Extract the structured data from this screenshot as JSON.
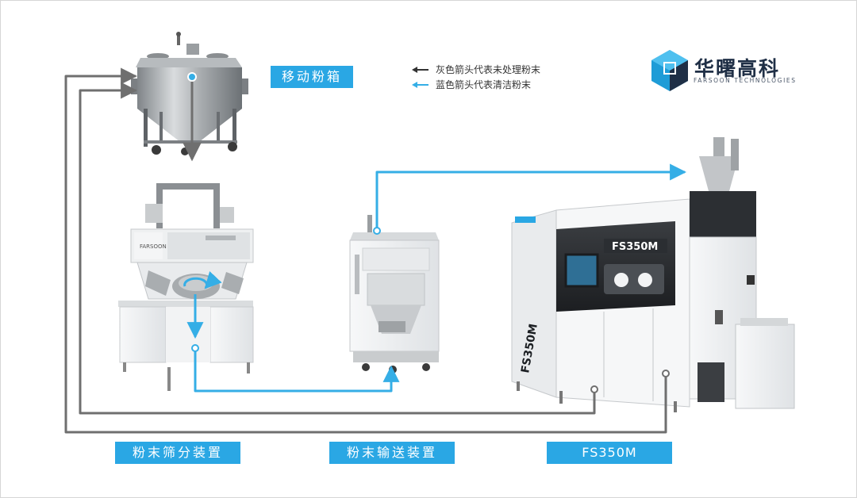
{
  "labels": {
    "powder_box": "移动粉箱",
    "sieve_unit": "粉末筛分装置",
    "conveying_unit": "粉末输送装置",
    "printer": "FS350M"
  },
  "legend": {
    "gray": "灰色箭头代表未处理粉末",
    "blue": "蓝色箭头代表清洁粉末"
  },
  "brand": {
    "name": "华曙高科",
    "subtitle": "FARSOON TECHNOLOGIES"
  },
  "printer_markings": {
    "front_panel": "FS350M",
    "side_panel": "FS350M"
  },
  "colors": {
    "gray_arrow": "#6f6f6f",
    "blue_arrow": "#35aee6",
    "label_bg": "#2aa7e4",
    "brand_blue": "#1e9cd7",
    "brand_navy": "#1f2f46"
  }
}
